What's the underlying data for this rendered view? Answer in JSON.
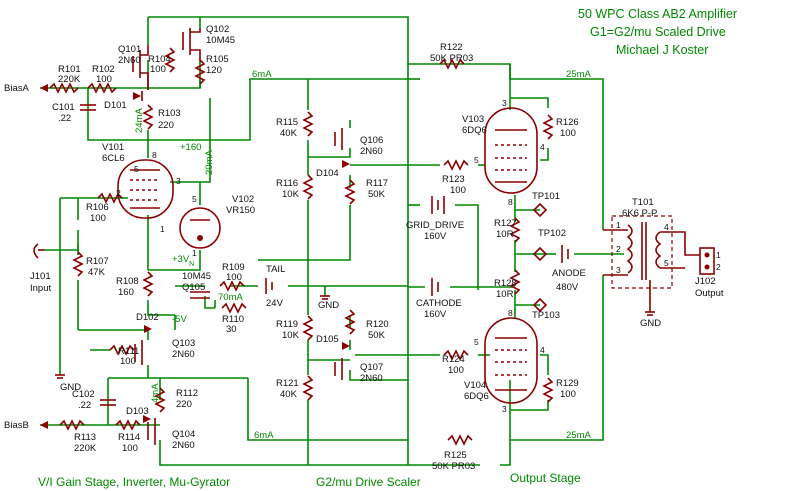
{
  "title": {
    "line1": "50 WPC Class AB2 Amplifier",
    "line2": "G1=G2/mu Scaled Drive",
    "line3": "Michael J Koster"
  },
  "sections": {
    "gain": "V/I Gain Stage, Inverter, Mu-Gyrator",
    "scaler": "G2/mu Drive Scaler",
    "output": "Output Stage"
  },
  "ports": {
    "bias_a": "BiasA",
    "bias_b": "BiasB",
    "input_ref": "J101",
    "input_name": "Input",
    "output_ref": "J102",
    "output_name": "Output",
    "gnd": "GND"
  },
  "tubes": {
    "v101": [
      "V101",
      "6CL6"
    ],
    "v102": [
      "V102",
      "VR150"
    ],
    "v103": [
      "V103",
      "6DQ6"
    ],
    "v104": [
      "V104",
      "6DQ6"
    ]
  },
  "transistors": {
    "q101": [
      "Q101",
      "2N60"
    ],
    "q102": [
      "Q102",
      "10M45"
    ],
    "q103": [
      "Q103",
      "2N60"
    ],
    "q104": [
      "Q104",
      "2N60"
    ],
    "q105": [
      "10M45",
      "Q105"
    ],
    "q106": [
      "Q106",
      "2N60"
    ],
    "q107": [
      "Q107",
      "2N60"
    ]
  },
  "resistors": {
    "r101": [
      "R101",
      "220K"
    ],
    "r102": [
      "R102",
      "100"
    ],
    "r103": [
      "R103",
      "220"
    ],
    "r104": [
      "R104",
      "100"
    ],
    "r105": [
      "R105",
      "120"
    ],
    "r106": [
      "R106",
      "100"
    ],
    "r107": [
      "R107",
      "47K"
    ],
    "r108": [
      "R108",
      "160"
    ],
    "r109": [
      "R109",
      "100"
    ],
    "r110": [
      "R110",
      "30"
    ],
    "r111": [
      "R111",
      "100"
    ],
    "r112": [
      "R112",
      "220"
    ],
    "r113": [
      "R113",
      "220K"
    ],
    "r114": [
      "R114",
      "100"
    ],
    "r115": [
      "R115",
      "40K"
    ],
    "r116": [
      "R116",
      "10K"
    ],
    "r117": [
      "R117",
      "50K"
    ],
    "r119": [
      "R119",
      "10K"
    ],
    "r120": [
      "R120",
      "50K"
    ],
    "r121": [
      "R121",
      "40K"
    ],
    "r122": [
      "R122",
      "50K PR03"
    ],
    "r123": [
      "R123",
      "100"
    ],
    "r124": [
      "R124",
      "100"
    ],
    "r125": [
      "R125",
      "50K PR03"
    ],
    "r126": [
      "R126",
      "100"
    ],
    "r127": [
      "R127",
      "10R"
    ],
    "r128": [
      "R128",
      "10R"
    ],
    "r129": [
      "R129",
      "100"
    ]
  },
  "diodes": {
    "d101": "D101",
    "d102": "D102",
    "d103": "D103",
    "d104": "D104",
    "d105": "D105"
  },
  "capacitors": {
    "c101": [
      "C101",
      ".22"
    ],
    "c102": [
      "C102",
      ".22"
    ]
  },
  "supplies": {
    "grid_drive": [
      "GRID_DRIVE",
      "160V"
    ],
    "tail": [
      "TAIL",
      "24V"
    ],
    "cathode": [
      "CATHODE",
      "160V"
    ],
    "anode": [
      "ANODE",
      "480V"
    ]
  },
  "transformer": [
    "T101",
    "6K6 P-P"
  ],
  "test_points": [
    "TP101",
    "TP102",
    "TP103"
  ],
  "annotations": {
    "i_6ma_top": "6mA",
    "i_6ma_bot": "6mA",
    "i_25ma_top": "25mA",
    "i_25ma_bot": "25mA",
    "i_24ma": "24mA",
    "i_20ma": "20mA",
    "i_70ma": "70mA",
    "i_4ma": "4mA",
    "v_plus160": "+160",
    "v_plus3": "+3V",
    "v_plus3_sub": "N",
    "v_minus5": "-5V"
  },
  "pin_numbers": {
    "v101_grid": "2",
    "v101_cathode": "1",
    "v101_screen": "3",
    "v101_plate": "8",
    "v101_heater": "5",
    "v102_anode": "5",
    "v102_cathode": "1",
    "v103_plate": "3",
    "v103_screen": "4",
    "v103_grid": "5",
    "v103_cathode": "8",
    "v104_plate": "3",
    "v104_screen": "4",
    "v104_grid": "5",
    "v104_cathode": "8",
    "t101_p1": "1",
    "t101_p2": "2",
    "t101_p3": "3",
    "t101_s4": "4",
    "t101_s5": "5",
    "j102_p1": "1",
    "j102_p2": "2"
  }
}
